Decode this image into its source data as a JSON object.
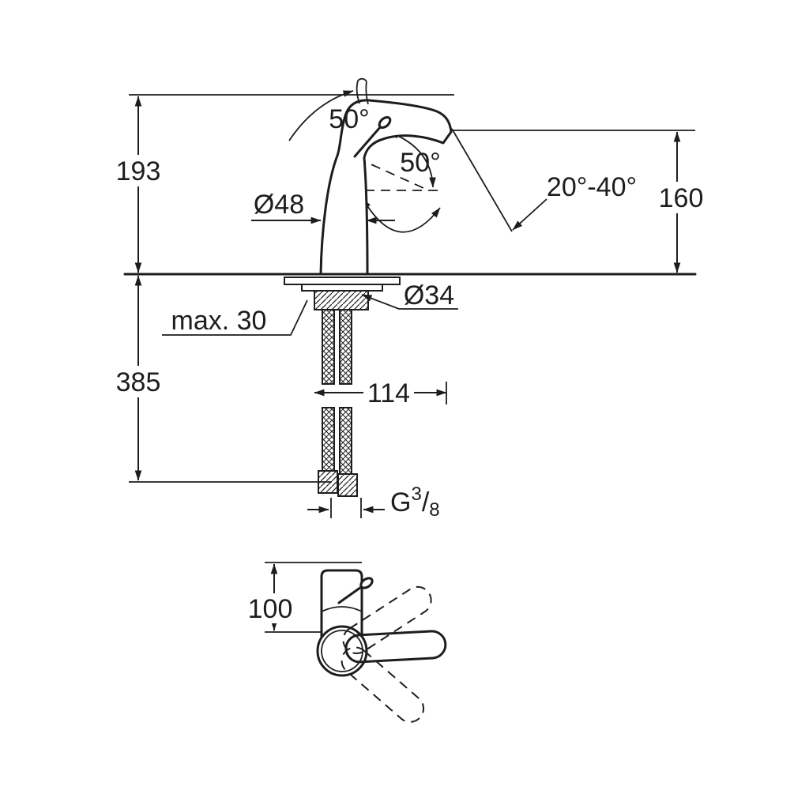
{
  "colors": {
    "ink": "#1d1d1b",
    "background": "#ffffff"
  },
  "labels": {
    "height_above_deck": "193",
    "height_below_deck": "385",
    "spout_height": "160",
    "handle_angle_top": "50°",
    "handle_angle_front": "50°",
    "swivel_angle_range": "20°-40°",
    "base_diameter": "Ø48",
    "shank_diameter": "Ø34",
    "max_mounting_thickness": "max. 30",
    "spout_projection": "114",
    "top_view_depth": "100",
    "thread_letter": "G",
    "thread_numerator": "3",
    "thread_slash": "/",
    "thread_denominator": "8"
  }
}
